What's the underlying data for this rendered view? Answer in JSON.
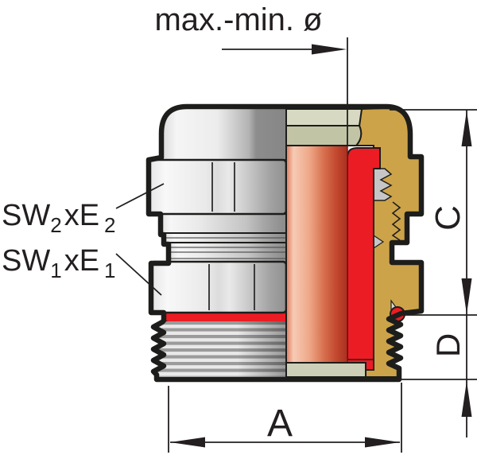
{
  "diagram": {
    "top_dimension_label": "max.-min. ø",
    "labels": {
      "sw2": {
        "prefix": "SW",
        "prefix_sub": "2",
        "mid": "xE",
        "suffix_sub": "2"
      },
      "sw1": {
        "prefix": "SW",
        "prefix_sub": "1",
        "mid": "xE",
        "suffix_sub": "1"
      }
    },
    "dimensions": {
      "a": "A",
      "c": "C",
      "d": "D"
    },
    "colors": {
      "outline": "#1d1d1b",
      "brass": "#cda349",
      "seal_red": "#ec1c24",
      "olive_light": "#d8d9c2",
      "olive_dark": "#c2c4a6",
      "olive_bottom": "#cdcfb8",
      "metal_light": "#f6f6f6",
      "metal_dark": "#8a8a8a"
    }
  }
}
